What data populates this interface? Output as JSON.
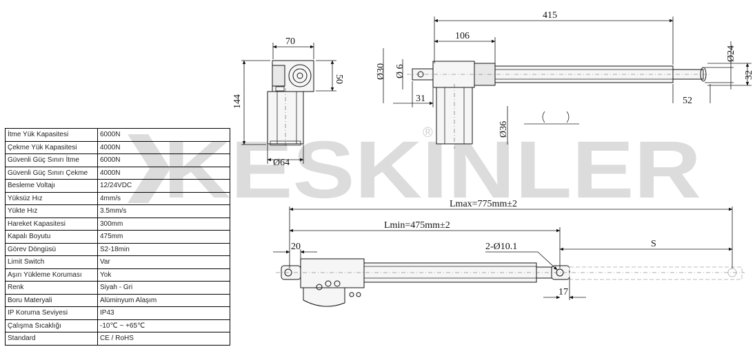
{
  "brand": {
    "watermark_text": "KESKINLER",
    "registered_mark": "®",
    "watermark_color": "#dcdcdc",
    "accent_color": "#d6ecd6"
  },
  "specs": {
    "rows": [
      {
        "label": "İtme Yük Kapasitesi",
        "value": "6000N"
      },
      {
        "label": "Çekme Yük Kapasitesi",
        "value": "4000N"
      },
      {
        "label": "Güvenli Güç Sınırı İtme",
        "value": "6000N"
      },
      {
        "label": "Güvenli Güç Sınırı Çekme",
        "value": "4000N"
      },
      {
        "label": "Besleme Voltajı",
        "value": "12/24VDC"
      },
      {
        "label": "Yüksüz Hız",
        "value": "4mm/s"
      },
      {
        "label": "Yükte Hız",
        "value": "3.5mm/s"
      },
      {
        "label": "Hareket Kapasitesi",
        "value": "300mm"
      },
      {
        "label": "Kapalı Boyutu",
        "value": "475mm"
      },
      {
        "label": "Görev Döngüsü",
        "value": "S2-18min"
      },
      {
        "label": "Limit Switch",
        "value": "Var"
      },
      {
        "label": "Aşırı Yükleme Koruması",
        "value": "Yok"
      },
      {
        "label": "Renk",
        "value": "Siyah - Gri"
      },
      {
        "label": "Boru Materyali",
        "value": "Alüminyum Alaşım"
      },
      {
        "label": "IP Koruma Seviyesi",
        "value": "IP43"
      },
      {
        "label": "Çalışma Sıcaklığı",
        "value": "-10℃ ~ +65℃"
      },
      {
        "label": "Standard",
        "value": "CE / RoHS"
      }
    ]
  },
  "drawing": {
    "side_view": {
      "dim_width": "70",
      "dim_height_head": "50",
      "dim_total_height": "144",
      "dim_motor_dia": "Ø64"
    },
    "top_view": {
      "dim_total": "415",
      "dim_gear": "106",
      "dim_dia30": "Ø30",
      "dim_hole": "Ø 6",
      "dim_31": "31",
      "dim_dia36": "Ø36",
      "dim_dia24": "Ø24",
      "dim_32": "32",
      "dim_52": "52"
    },
    "front_view": {
      "dim_lmax": "Lmax=775mm±2",
      "dim_lmin": "Lmin=475mm±2",
      "dim_20": "20",
      "dim_holes": "2-Ø10.1",
      "dim_stroke": "S",
      "dim_17": "17"
    }
  }
}
